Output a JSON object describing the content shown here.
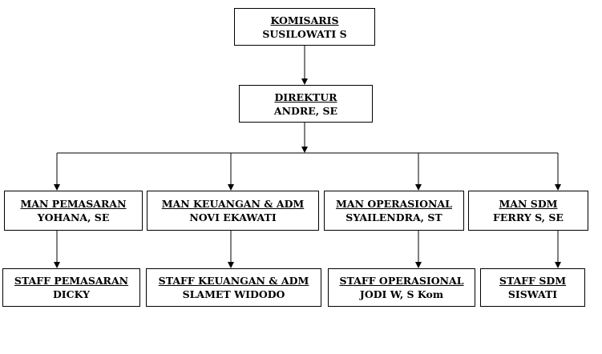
{
  "komisaris": {
    "role": "KOMISARIS",
    "name": "SUSILOWATI S"
  },
  "direktur": {
    "role": "DIREKTUR",
    "name": "ANDRE, SE"
  },
  "managers": [
    {
      "role": "MAN PEMASARAN",
      "name": "YOHANA, SE"
    },
    {
      "role": "MAN KEUANGAN & ADM",
      "name": "NOVI EKAWATI"
    },
    {
      "role": "MAN OPERASIONAL",
      "name": "SYAILENDRA, ST"
    },
    {
      "role": "MAN SDM",
      "name": "FERRY S, SE"
    }
  ],
  "staff": [
    {
      "role": "STAFF PEMASARAN",
      "name": "DICKY"
    },
    {
      "role": "STAFF KEUANGAN & ADM",
      "name": "SLAMET WIDODO"
    },
    {
      "role": "STAFF OPERASIONAL",
      "name": "JODI W, S Kom"
    },
    {
      "role": "STAFF SDM",
      "name": "SISWATI"
    }
  ]
}
